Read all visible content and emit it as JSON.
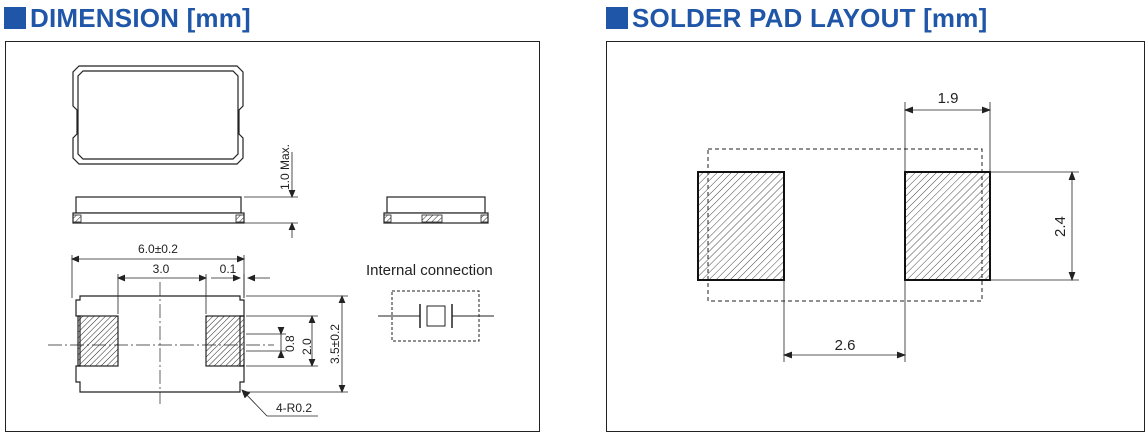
{
  "left": {
    "title": "DIMENSION [mm]",
    "internal_connection_label": "Internal connection",
    "dims": {
      "height_max": "1.0 Max.",
      "length": "6.0±0.2",
      "pad_pitch": "3.0",
      "edge_gap": "0.1",
      "pad_small": "0.8",
      "pad_height": "2.0",
      "width": "3.5±0.2",
      "corner_radius": "4-R0.2"
    }
  },
  "right": {
    "title": "SOLDER PAD LAYOUT [mm]",
    "dims": {
      "pad_width": "1.9",
      "pad_height": "2.4",
      "pad_gap": "2.6"
    }
  },
  "colors": {
    "heading": "#1f56a8",
    "line": "#222222"
  }
}
